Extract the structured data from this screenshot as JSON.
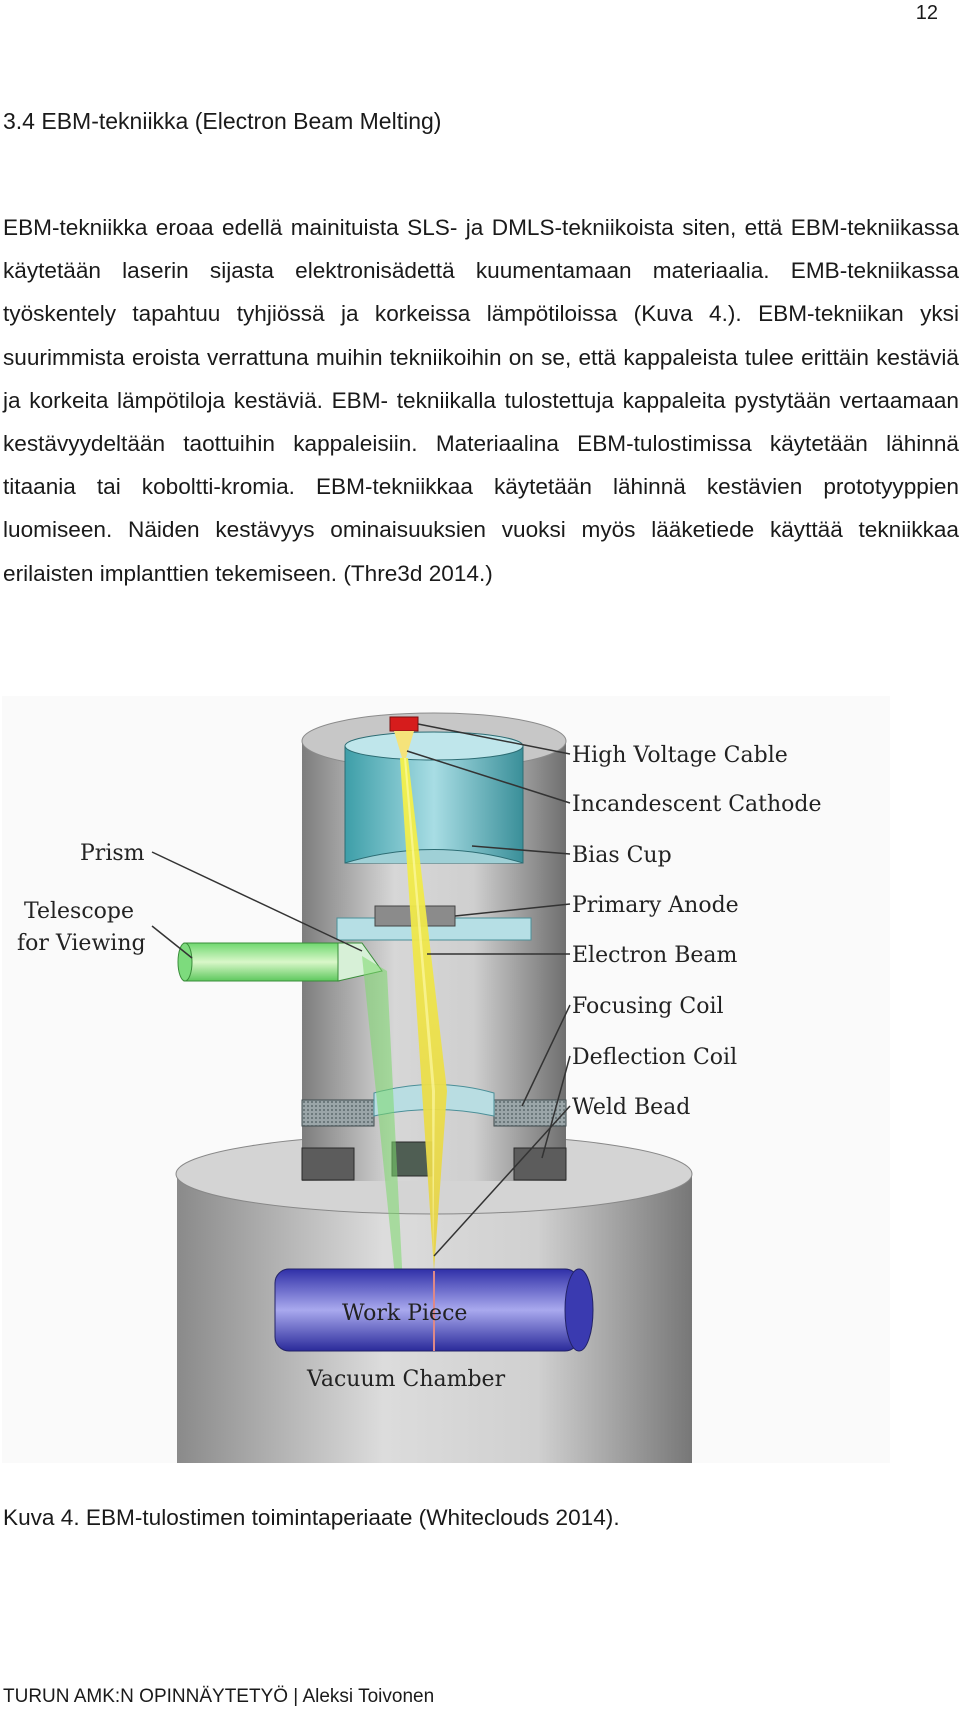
{
  "page_number": "12",
  "section_heading": "3.4  EBM-tekniikka (Electron Beam Melting)",
  "body_text": "EBM-tekniikka eroaa edellä mainituista SLS- ja DMLS-tekniikoista siten, että EBM-tekniikassa käytetään laserin sijasta elektronisädettä kuumentamaan materiaalia. EMB-tekniikassa työskentely tapahtuu tyhjiössä ja korkeissa lämpötiloissa (Kuva 4.). EBM-tekniikan yksi suurimmista eroista verrattuna muihin tekniikoihin on se, että kappaleista tulee erittäin kestäviä ja korkeita lämpötiloja kestäviä. EBM- tekniikalla tulostettuja kappaleita pystytään vertaamaan kestävyydeltään taottuihin kappaleisiin. Materiaalina EBM-tulostimissa käytetään lähinnä titaania tai koboltti-kromia.  EBM-tekniikkaa käytetään lähinnä kestävien prototyyppien luomiseen. Näiden kestävyys ominaisuuksien vuoksi myös lääketiede käyttää tekniikkaa erilaisten implanttien tekemiseen. (Thre3d 2014.)",
  "figure": {
    "labels_right": {
      "high_voltage_cable": "High Voltage Cable",
      "incandescent_cathode": "Incandescent Cathode",
      "bias_cup": "Bias Cup",
      "primary_anode": "Primary Anode",
      "electron_beam": "Electron Beam",
      "focusing_coil": "Focusing Coil",
      "deflection_coil": "Deflection Coil",
      "weld_bead": "Weld Bead"
    },
    "labels_left": {
      "prism": "Prism",
      "telescope_line1": "Telescope",
      "telescope_line2": "for Viewing"
    },
    "work_piece": "Work Piece",
    "vacuum_chamber": "Vacuum Chamber"
  },
  "caption": "Kuva 4. EBM-tulostimen toimintaperiaate (Whiteclouds 2014).",
  "footer": "TURUN AMK:N OPINNÄYTETYÖ | Aleksi Toivonen"
}
